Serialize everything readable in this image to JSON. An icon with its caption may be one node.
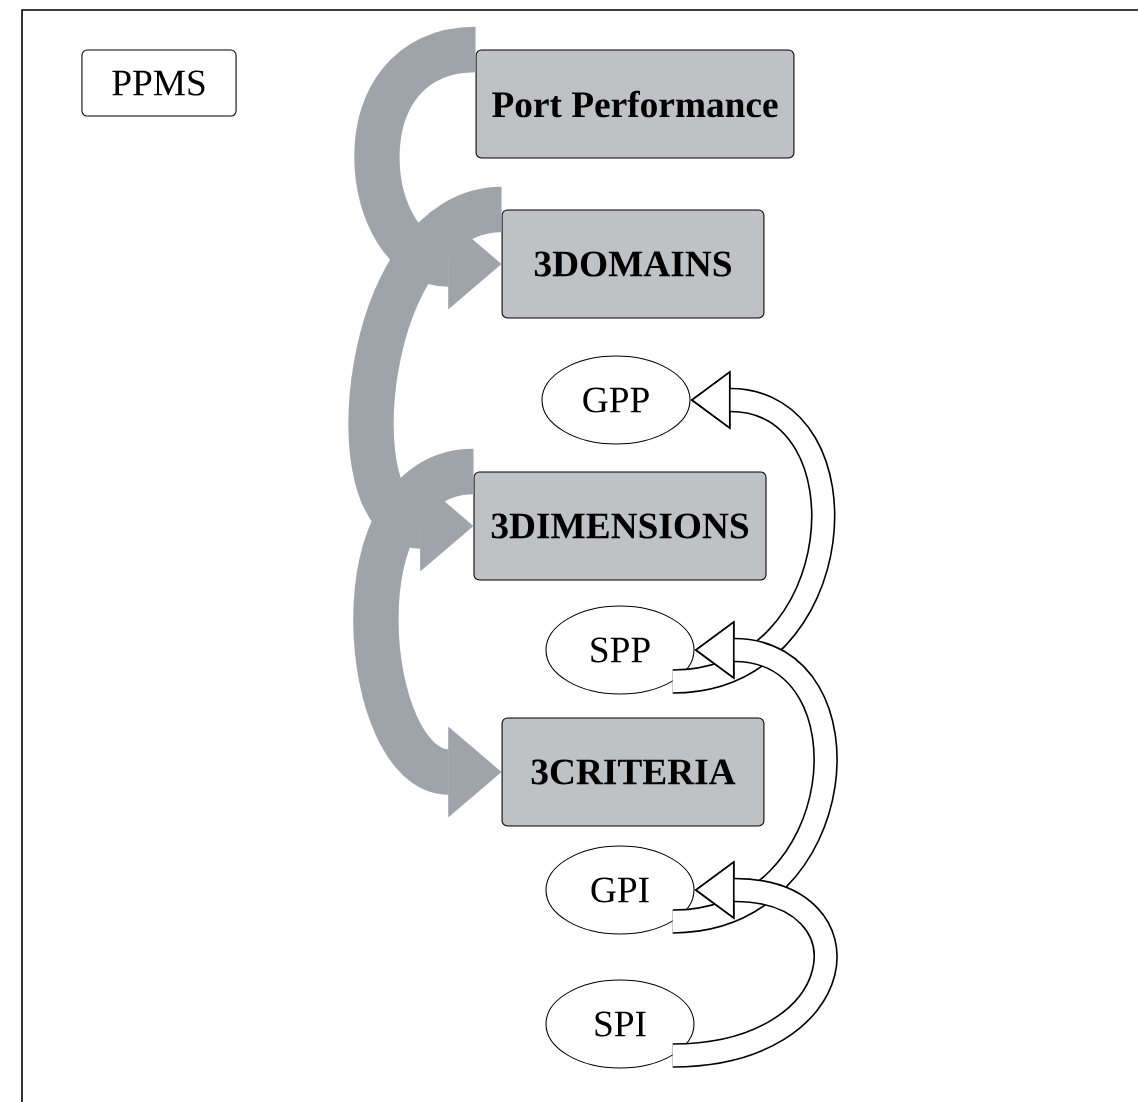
{
  "diagram": {
    "nodes": [
      {
        "text": [
          "PPMS"
        ]
      },
      {
        "text": [
          "Port Performance"
        ]
      },
      {
        "text": [
          "3DOMAINS"
        ]
      },
      {
        "text": [
          "GPP"
        ]
      },
      {
        "text": [
          "3DIMENSIONS"
        ]
      },
      {
        "text": [
          "SPP"
        ]
      },
      {
        "text": [
          "3CRITERIA"
        ]
      },
      {
        "text": [
          "GPI"
        ]
      },
      {
        "text": [
          "SPI"
        ]
      }
    ],
    "edges": [
      {
        "from": 1,
        "to": 2,
        "arrow": "to",
        "style": "thick",
        "color": "#9ea4aa"
      },
      {
        "from": 2,
        "to": 4,
        "arrow": "to",
        "style": "thick",
        "color": "#9ea4aa"
      },
      {
        "from": 4,
        "to": 6,
        "arrow": "to",
        "style": "thick",
        "color": "#9ea4aa"
      },
      {
        "from": 5,
        "to": 3,
        "arrow": "to",
        "color": "#000000"
      },
      {
        "from": 7,
        "to": 5,
        "arrow": "to",
        "color": "#000000"
      },
      {
        "from": 8,
        "to": 7,
        "arrow": "to",
        "color": "#000000"
      }
    ]
  }
}
